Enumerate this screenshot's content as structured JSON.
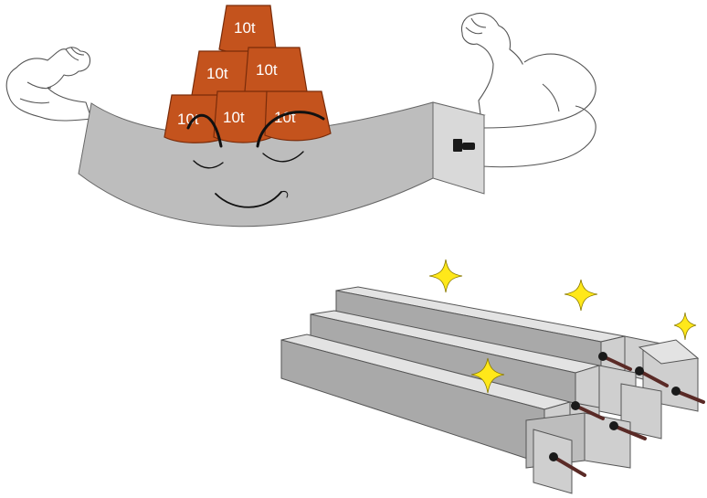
{
  "weights": [
    {
      "label": "10t"
    },
    {
      "label": "10t"
    },
    {
      "label": "10t"
    },
    {
      "label": "10t"
    },
    {
      "label": "10t"
    },
    {
      "label": "10t"
    }
  ],
  "colors": {
    "weight_fill": "#c4531d",
    "weight_shade": "#9a3c12",
    "beam_front": "#b9b9b9",
    "beam_top": "#e6e6e6",
    "beam_end": "#d9d9d9",
    "sparkle": "#ffe81a",
    "rebar": "#5a2a26"
  },
  "icons": [
    "flexed-arm-left-icon",
    "flexed-arm-right-icon",
    "sparkle-icon"
  ]
}
